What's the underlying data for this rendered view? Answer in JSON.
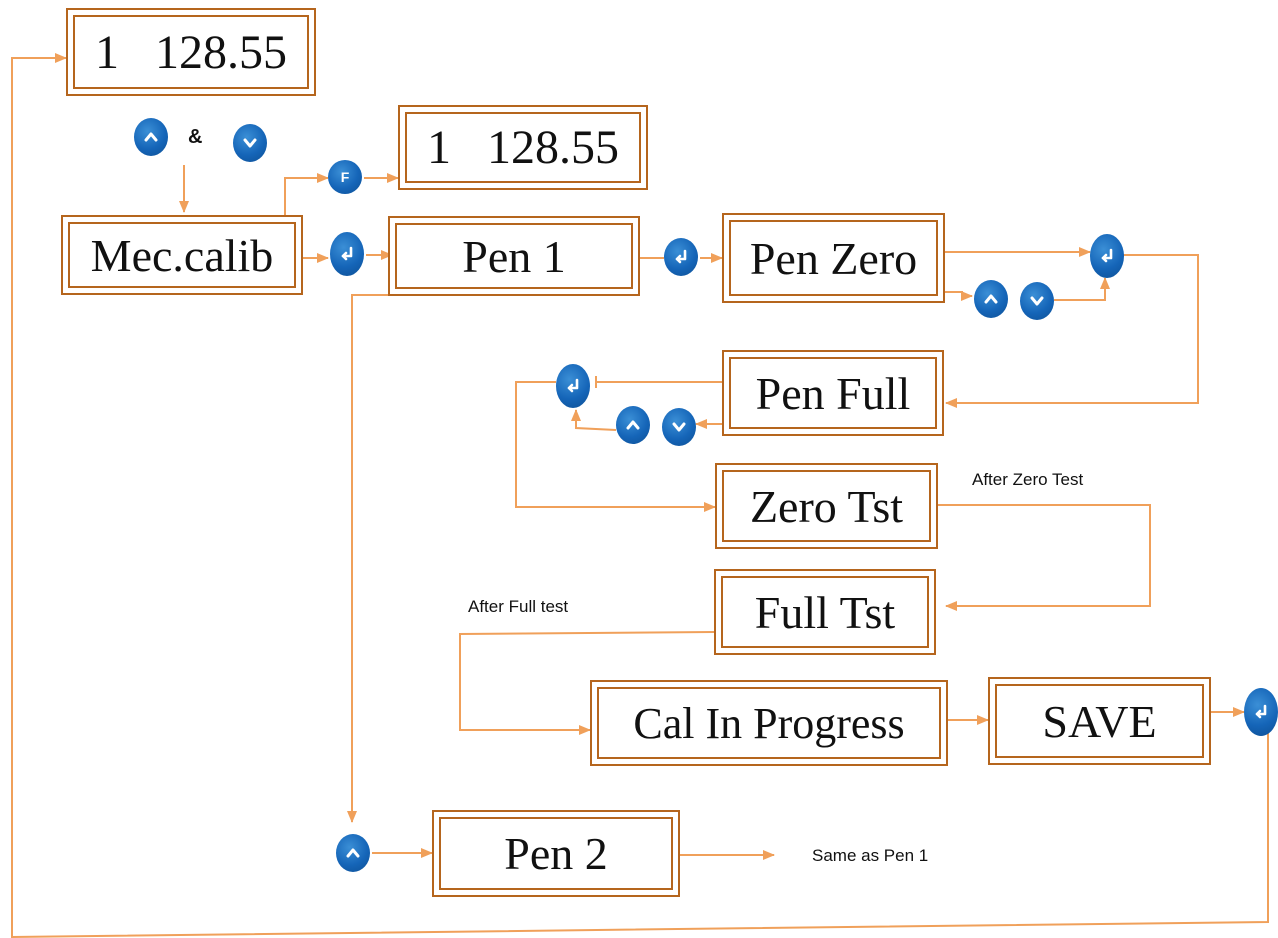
{
  "boxes": {
    "display_top": "1   128.55",
    "display_func": "1   128.55",
    "mec_calib": "Mec.calib",
    "pen1": "Pen 1",
    "pen_zero": "Pen Zero",
    "pen_full": "Pen Full",
    "zero_tst": "Zero Tst",
    "full_tst": "Full Tst",
    "cal_in_progress": "Cal In Progress",
    "save": "SAVE",
    "pen2": "Pen 2"
  },
  "notes": {
    "amp": "&",
    "after_zero_test": "After Zero Test",
    "after_full_test": "After Full test",
    "same_as_pen1": "Same as Pen 1"
  },
  "keys": {
    "function_letter": "F",
    "icons": [
      "up-arrow-icon",
      "down-arrow-icon",
      "enter-icon",
      "function-icon"
    ]
  },
  "colors": {
    "line": "#f0a05a",
    "box_border": "#b5651d",
    "key_fill": "#1565b8"
  }
}
